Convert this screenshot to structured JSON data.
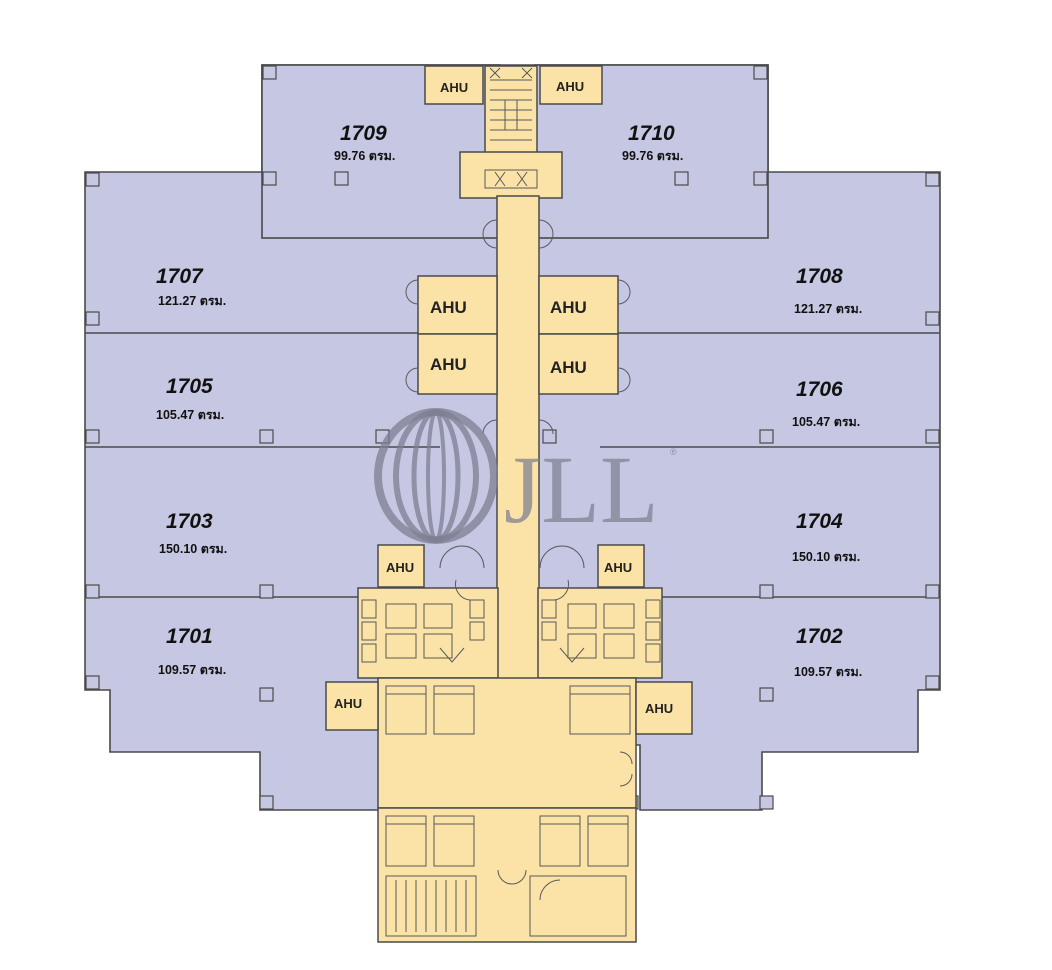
{
  "units": [
    {
      "id": "1701",
      "area": "109.57",
      "unit": "ตรม."
    },
    {
      "id": "1702",
      "area": "109.57",
      "unit": "ตรม."
    },
    {
      "id": "1703",
      "area": "150.10",
      "unit": "ตรม."
    },
    {
      "id": "1704",
      "area": "150.10",
      "unit": "ตรม."
    },
    {
      "id": "1705",
      "area": "105.47",
      "unit": "ตรม."
    },
    {
      "id": "1706",
      "area": "105.47",
      "unit": "ตรม."
    },
    {
      "id": "1707",
      "area": "121.27",
      "unit": "ตรม."
    },
    {
      "id": "1708",
      "area": "121.27",
      "unit": "ตรม."
    },
    {
      "id": "1709",
      "area": "99.76",
      "unit": "ตรม."
    },
    {
      "id": "1710",
      "area": "99.76",
      "unit": "ตรม."
    }
  ],
  "ahu_label": "AHU",
  "watermark": {
    "brand": "JLL",
    "mark": "®"
  },
  "colors": {
    "office": "#c6c8e3",
    "core": "#fbe3a8",
    "line": "#4a4a4a",
    "watermark": "#7d7f91"
  }
}
